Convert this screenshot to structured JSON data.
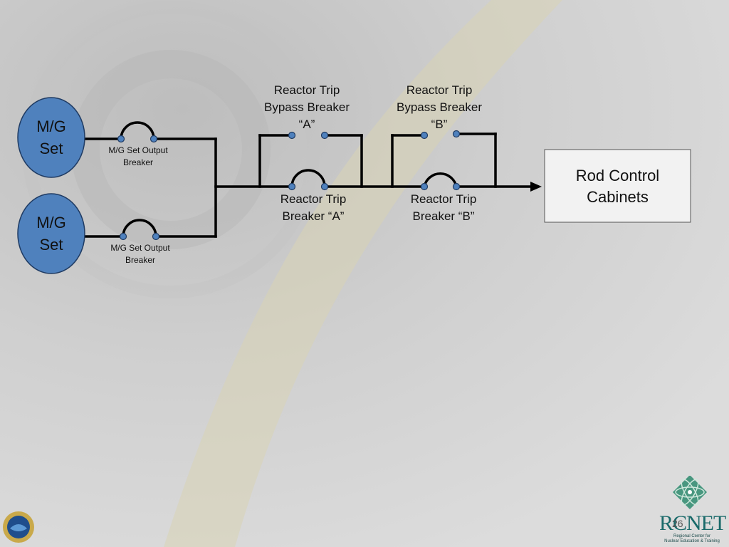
{
  "diagram": {
    "mg_set_1": "M/G\nSet",
    "mg_set_2": "M/G\nSet",
    "output_breaker_1": "M/G Set Output\nBreaker",
    "output_breaker_2": "M/G Set Output\nBreaker",
    "bypass_breaker_a": "Reactor Trip\nBypass Breaker\n“A”",
    "bypass_breaker_b": "Reactor Trip\nBypass Breaker\n“B”",
    "trip_breaker_a": "Reactor Trip\nBreaker “A”",
    "trip_breaker_b": "Reactor Trip\nBreaker “B”",
    "rod_control": "Rod Control\nCabinets"
  },
  "footer": {
    "logo_text": "RCNET",
    "logo_subtitle": "Regional Center for\nNuclear Education & Training",
    "page_number": "26"
  },
  "colors": {
    "background": "#d3d3d3",
    "circle_fill": "#4f81bd",
    "circle_stroke": "#1f3b63",
    "wire": "#000000",
    "box_fill": "#f2f2f2",
    "logo_green": "#2e8b6e"
  },
  "icons": [
    "nsf-logo-icon",
    "rcnet-atom-logo-icon"
  ]
}
